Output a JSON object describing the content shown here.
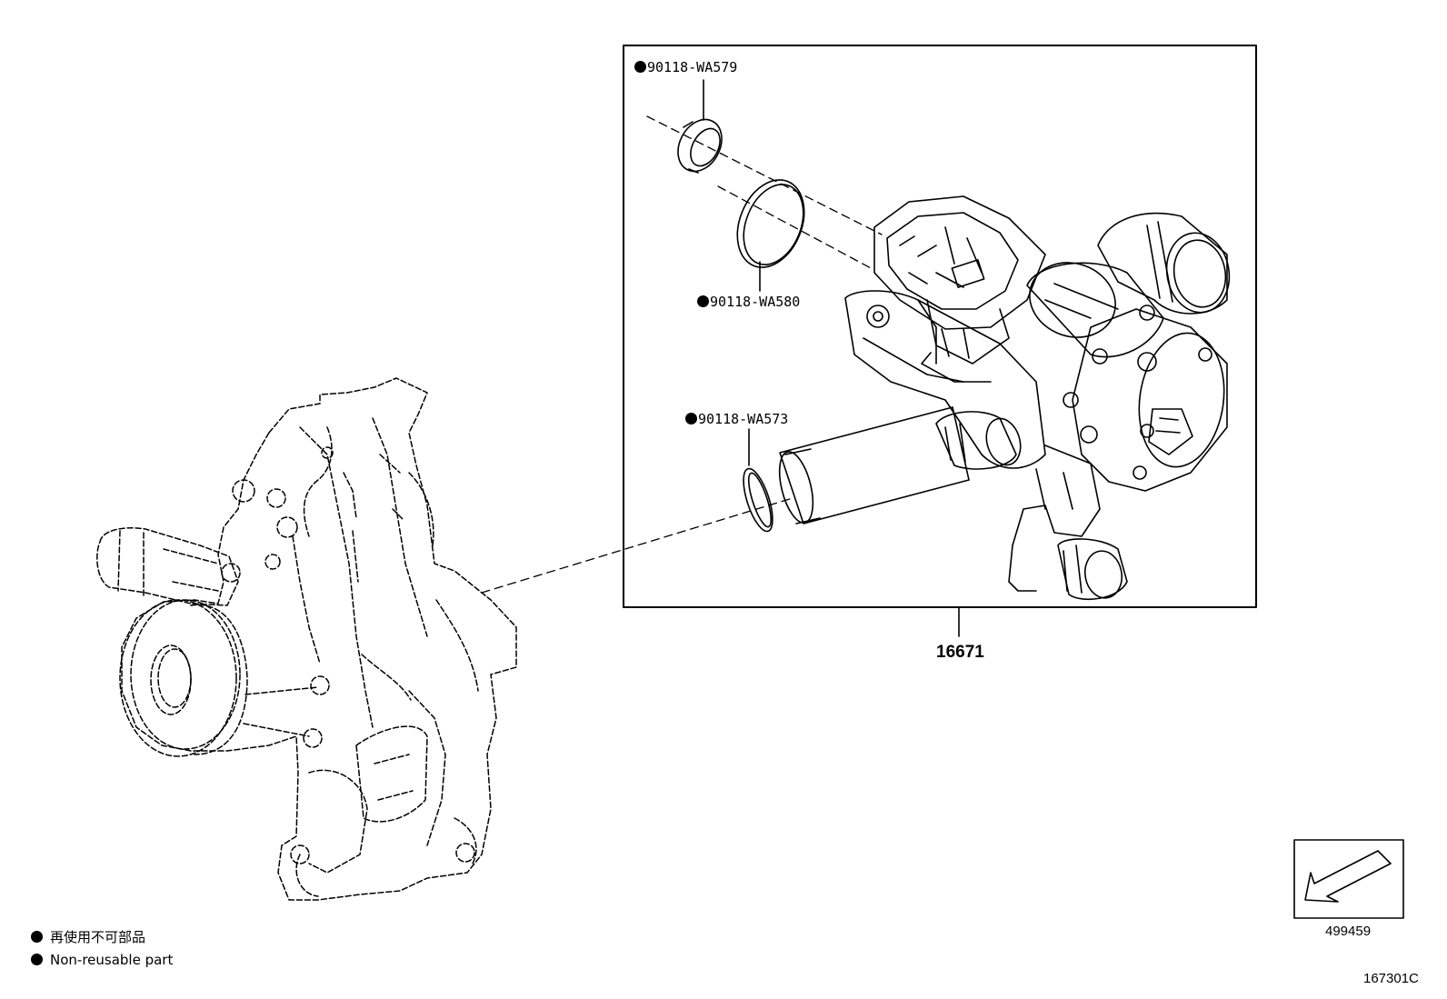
{
  "callouts": {
    "seal_a": "90118-WA579",
    "seal_b": "90118-WA580",
    "seal_c": "90118-WA573",
    "assembly": "16671"
  },
  "legend": {
    "line_jp": "再使用不可部品",
    "line_en": "Non-reusable part"
  },
  "front_indicator": {
    "code": "499459",
    "icon": "front-arrow-icon"
  },
  "figure_id": "167301C"
}
